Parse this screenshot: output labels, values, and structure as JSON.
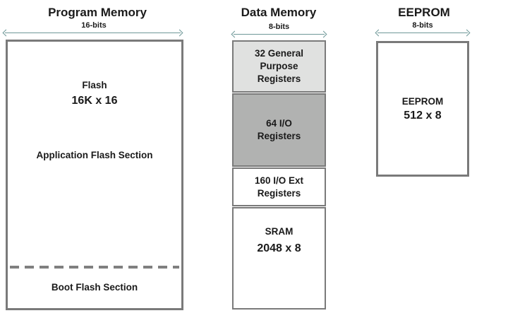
{
  "diagram": {
    "program_memory": {
      "title": "Program Memory",
      "bus_width": "16-bits",
      "flash_label": "Flash",
      "flash_size": "16K x 16",
      "app_section_label": "Application Flash Section",
      "boot_section_label": "Boot Flash Section"
    },
    "data_memory": {
      "title": "Data Memory",
      "bus_width": "8-bits",
      "sections": [
        {
          "label": "32 General\nPurpose\nRegisters"
        },
        {
          "label": "64 I/O\nRegisters"
        },
        {
          "label": "160 I/O Ext\nRegisters"
        },
        {
          "label": "SRAM",
          "size": "2048 x 8"
        }
      ]
    },
    "eeprom": {
      "title": "EEPROM",
      "bus_width": "8-bits",
      "label": "EEPROM",
      "size": "512 x 8"
    }
  },
  "colors": {
    "border": "#7a7a7a",
    "light_gray_fill": "#e0e1e0",
    "medium_gray_fill": "#b1b2b1",
    "white_fill": "#ffffff",
    "arrow": "#6f9898",
    "dashed_divider": "#808080",
    "text": "#1a1a1a"
  }
}
